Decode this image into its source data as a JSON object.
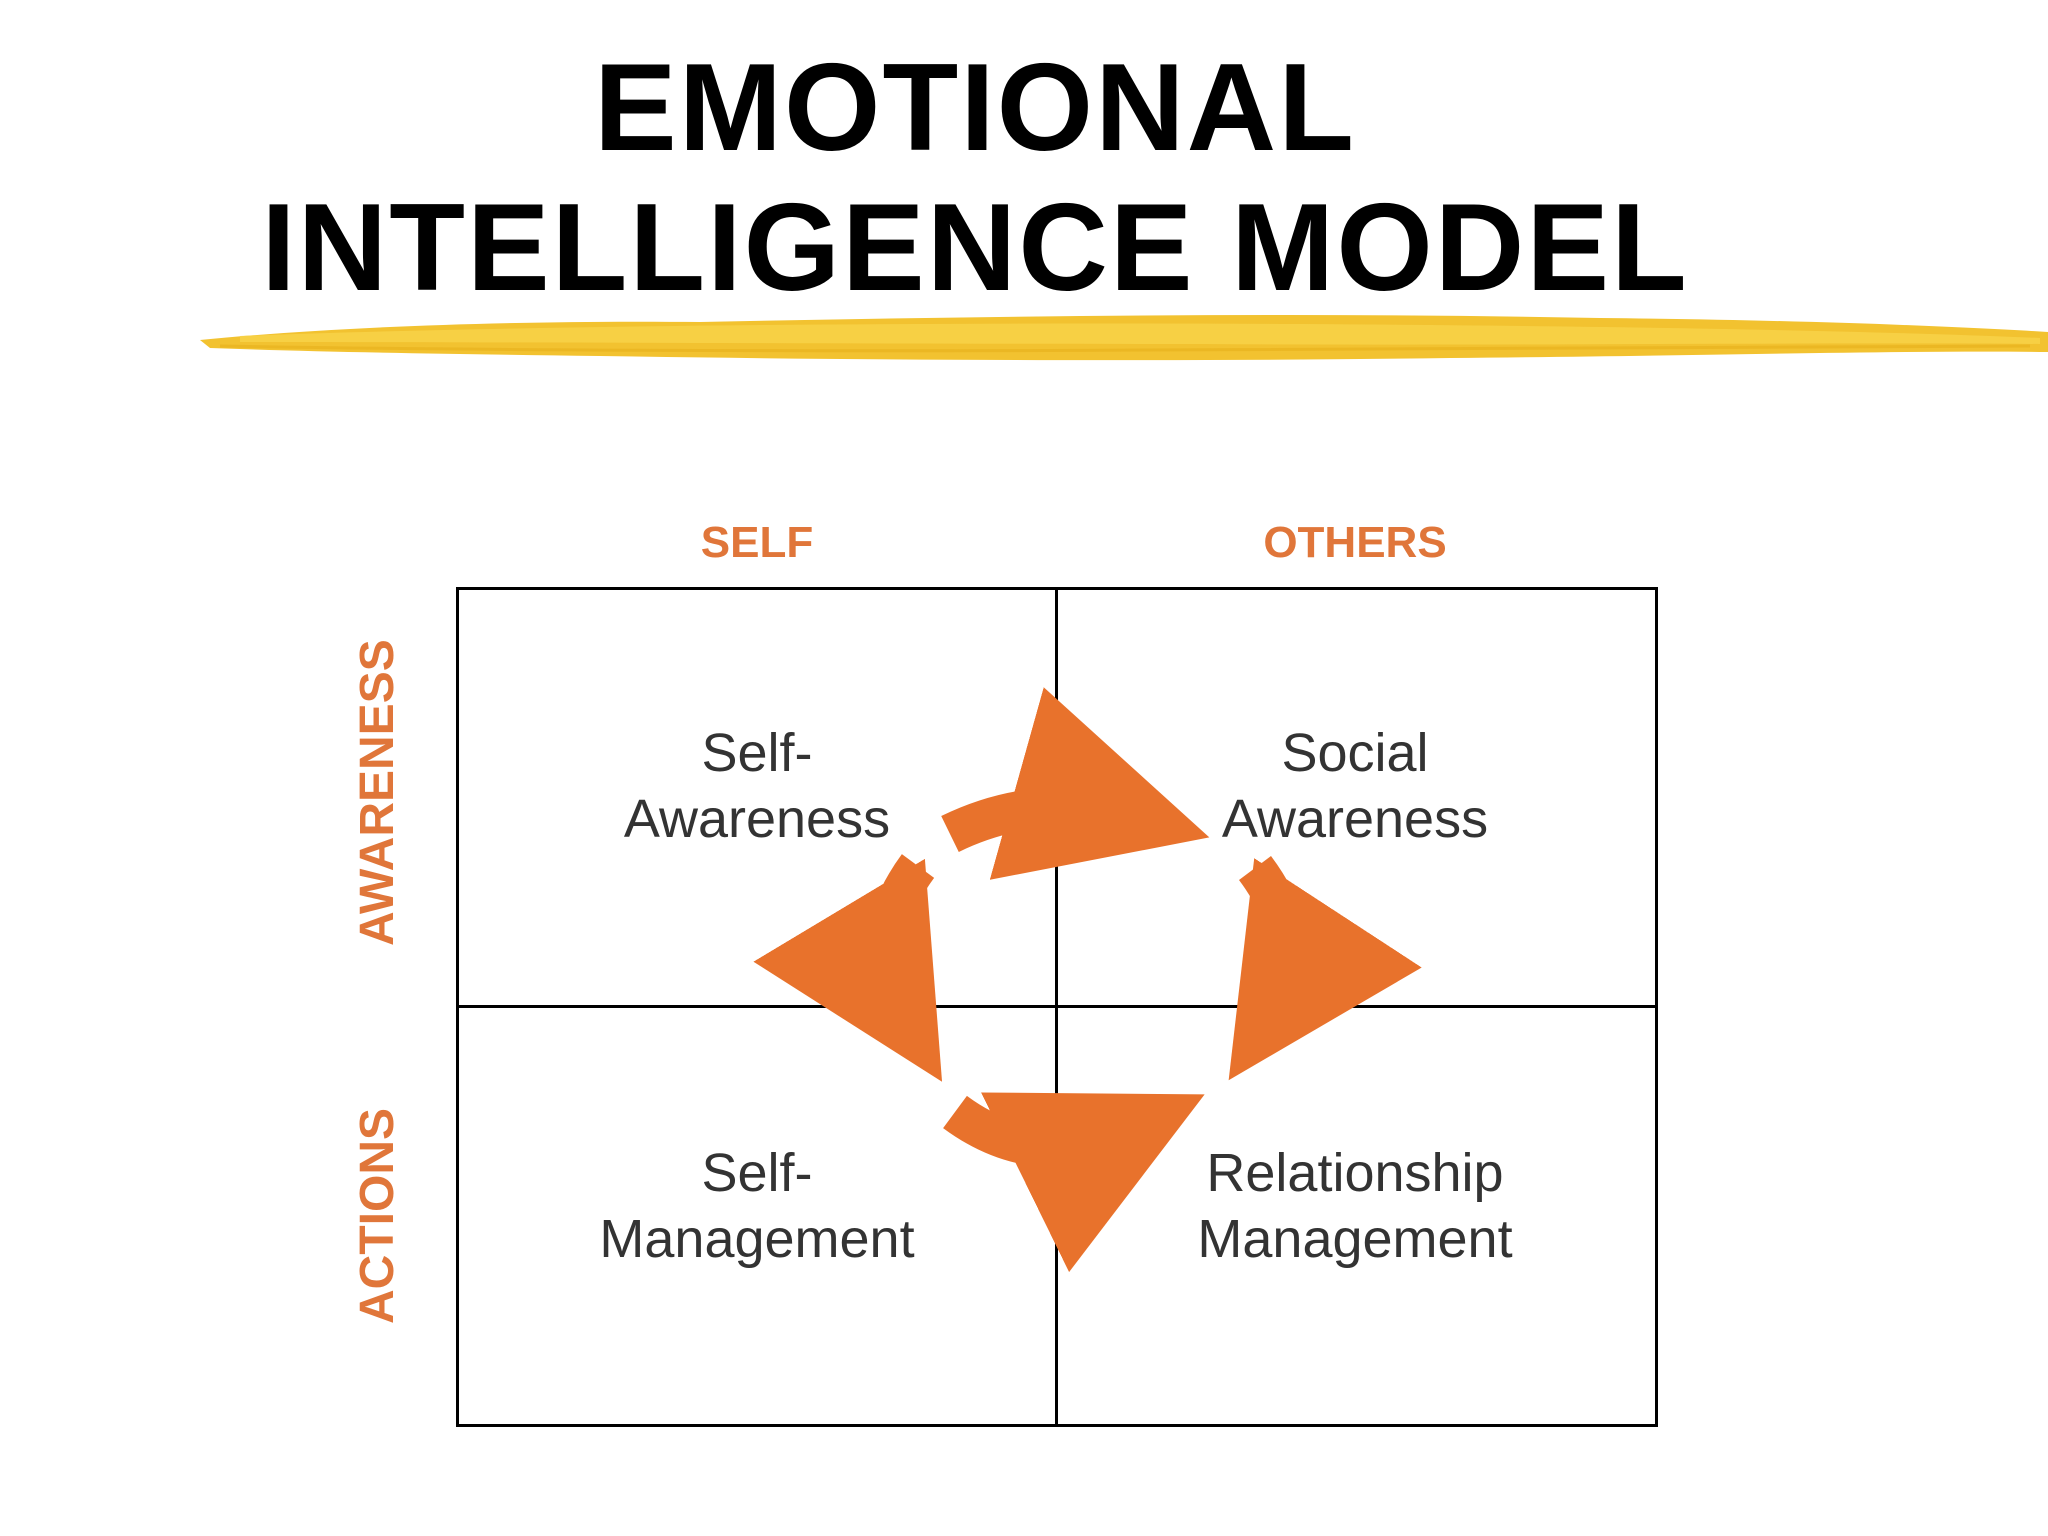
{
  "title": {
    "line1": "EMOTIONAL",
    "line2": "INTELLIGENCE MODEL"
  },
  "columns": {
    "self": "SELF",
    "others": "OTHERS"
  },
  "rows": {
    "awareness": "AWARENESS",
    "actions": "ACTIONS"
  },
  "quadrants": {
    "self_awareness": {
      "line1": "Self-",
      "line2": "Awareness"
    },
    "social_awareness": {
      "line1": "Social",
      "line2": "Awareness"
    },
    "self_management": {
      "line1": "Self-",
      "line2": "Management"
    },
    "relationship_management": {
      "line1": "Relationship",
      "line2": "Management"
    }
  },
  "colors": {
    "accent_orange": "#e8722c",
    "header_orange": "#e0763a",
    "highlighter_yellow": "#f2c230"
  }
}
